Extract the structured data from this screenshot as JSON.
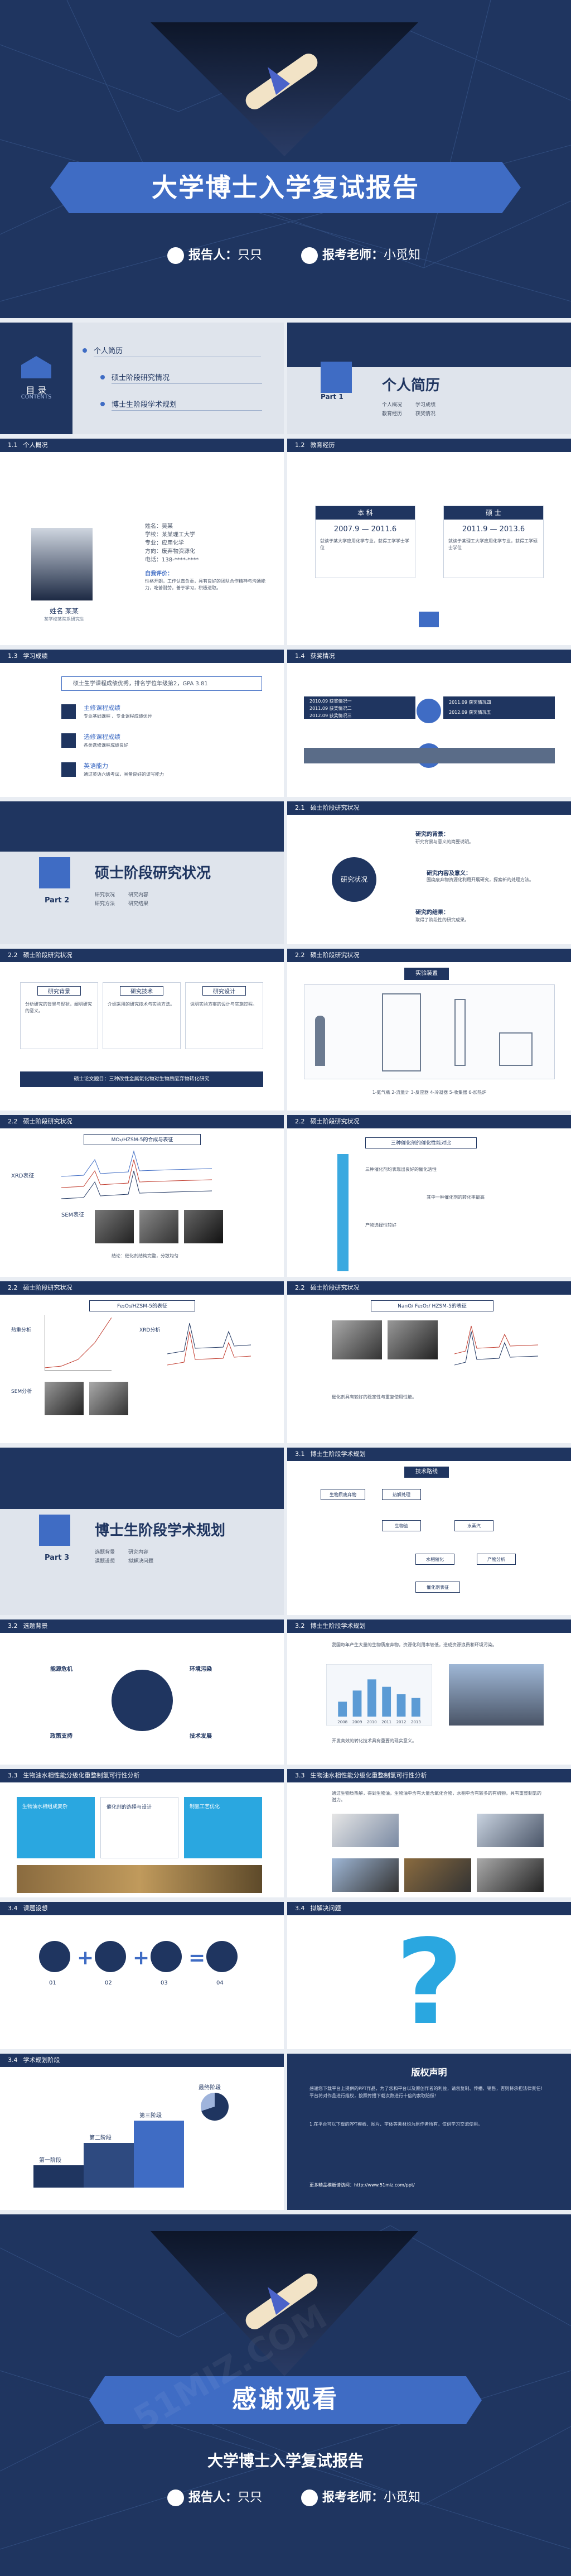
{
  "cover": {
    "title": "大学博士入学复试报告",
    "reporter_label": "报告人：",
    "reporter_name": "只只",
    "advisor_label": "报考老师：",
    "advisor_name": "小觅知"
  },
  "toc": {
    "title_cn": "目 录",
    "title_en": "CONTENTS",
    "items": [
      "个人简历",
      "硕士阶段研究情况",
      "博士生阶段学术规划"
    ]
  },
  "part1": {
    "part": "Part 1",
    "title": "个人简历",
    "subs": [
      "个人概况",
      "学习成绩",
      "教育经历",
      "获奖情况"
    ]
  },
  "s11": {
    "num": "1.1",
    "title": "个人概况",
    "name_label": "姓名 某某",
    "name_sub": "某学校某院系研究生",
    "fields": [
      {
        "k": "姓名：",
        "v": "吴某"
      },
      {
        "k": "学校：",
        "v": "某某理工大学"
      },
      {
        "k": "专业：",
        "v": "应用化学"
      },
      {
        "k": "方向：",
        "v": "废弃物资源化"
      },
      {
        "k": "电话：",
        "v": "138-****-****"
      }
    ],
    "note_title": "自我评价：",
    "note": "性格开朗，工作认真负责，具有良好的团队合作精神与沟通能力，吃苦耐劳，善于学习，积极进取。"
  },
  "s12": {
    "num": "1.2",
    "title": "教育经历",
    "cards": [
      {
        "title": "本 科",
        "date": "2007.9 — 2011.6",
        "desc": "就读于某大学应用化学专业，获得工学学士学位"
      },
      {
        "title": "硕 士",
        "date": "2011.9 — 2013.6",
        "desc": "就读于某理工大学应用化学专业，获得工学硕士学位"
      }
    ]
  },
  "s13": {
    "num": "1.3",
    "title": "学习成绩",
    "summary": "硕士生学课程成绩优秀，排名学位年级第2，GPA 3.81",
    "items": [
      {
        "title": "主修课程成绩",
        "desc": "专业基础课程 、专业课程成绩优异"
      },
      {
        "title": "选修课程成绩",
        "desc": "各类选修课程成绩良好"
      },
      {
        "title": "英语能力",
        "desc": "通过英语六级考试，具备良好的读写能力"
      }
    ]
  },
  "s14": {
    "num": "1.4",
    "title": "获奖情况",
    "left": [
      "2010.09 获奖情况一",
      "2011.09 获奖情况二",
      "2012.09 获奖情况三"
    ],
    "right": [
      "2011.09 获奖情况四",
      "2012.09 获奖情况五"
    ]
  },
  "part2": {
    "part": "Part 2",
    "title": "硕士阶段研究状况",
    "subs": [
      "研究状况",
      "研究内容",
      "研究方法",
      "研究结果"
    ]
  },
  "s21a": {
    "num": "2.1",
    "title": "硕士阶段研究状况",
    "center": "研究状况",
    "items": [
      {
        "title": "研究的背景：",
        "desc": "研究背景与意义的简要说明。"
      },
      {
        "title": "研究内容及意义：",
        "desc": "围绕废弃物资源化利用开展研究，探索新的处理方法。"
      },
      {
        "title": "研究的结果：",
        "desc": "取得了阶段性的研究成果。"
      }
    ]
  },
  "s22a": {
    "num": "2.2",
    "title": "硕士阶段研究状况",
    "cols": [
      {
        "title": "研究背景",
        "desc": "分析研究的背景与现状，阐明研究的意义。"
      },
      {
        "title": "研究技术",
        "desc": "介绍采用的研究技术与实验方法。"
      },
      {
        "title": "研究设计",
        "desc": "说明实验方案的设计与实施过程。"
      }
    ],
    "banner": "硕士论文题目：三种改性金属氧化物对生物质废弃物转化研究"
  },
  "s22b": {
    "num": "2.2",
    "title": "硕士阶段研究状况",
    "flow_title": "实验装置",
    "legend": "1-氮气瓶  2-流量计  3-反应器  4-冷凝器  5-收集器  6-加热炉"
  },
  "s22c": {
    "num": "2.2",
    "title": "硕士阶段研究状况",
    "chart_title": "MO₂/HZSM-5的合成与表征",
    "xrd_label": "XRD表征",
    "sem_label": "SEM表征",
    "cap": "结论：催化剂结构完整，分散均匀"
  },
  "s22d": {
    "num": "2.2",
    "title": "硕士阶段研究状况",
    "box_title": "三种催化剂的催化性能对比",
    "note1": "三种催化剂均表现出良好的催化活性",
    "note2": "其中一种催化剂的转化率最高",
    "note3": "产物选择性较好"
  },
  "s22e": {
    "num": "2.2",
    "title": "硕士阶段研究状况",
    "chart_title": "Fe₂O₃/HZSM-5的表征",
    "a": "热重分析",
    "b": "XRD分析",
    "c": "SEM分析"
  },
  "s22f": {
    "num": "2.2",
    "title": "硕士阶段研究状况",
    "chart_title": "NanO/ Fe₂O₃/ HZSM-5的表征",
    "note": "催化剂具有较好的稳定性与重复使用性能。"
  },
  "part3": {
    "part": "Part 3",
    "title": "博士生阶段学术规划",
    "subs": [
      "选题背景",
      "研究内容",
      "课题设想",
      "拟解决问题"
    ]
  },
  "s31": {
    "num": "3.1",
    "title": "博士生阶段学术规划",
    "tree_title": "技术路线",
    "nodes": [
      "生物质废弃物",
      "热解处理",
      "生物油",
      "水蒸汽",
      "水相催化",
      "产物分析",
      "催化剂表征"
    ]
  },
  "s32a": {
    "num": "3.2",
    "title": "选题背景",
    "items": [
      "能源危机",
      "环境污染",
      "政策支持",
      "技术发展"
    ]
  },
  "s32b": {
    "num": "3.2",
    "title": "博士生阶段学术规划",
    "text": "我国每年产生大量的生物质废弃物，资源化利用率较低，造成资源浪费和环境污染。",
    "text2": "开发高效的转化技术具有重要的现实意义。",
    "bar_values": [
      20,
      35,
      50,
      40,
      30,
      25
    ],
    "bar_cats": [
      "2008",
      "2009",
      "2010",
      "2011",
      "2012",
      "2013"
    ]
  },
  "s33a": {
    "num": "3.3",
    "title": "生物油水相性能分级化重整制氢可行性分析",
    "cards": [
      "生物油水相组成复杂",
      "催化剂的选择与设计",
      "制氢工艺优化"
    ]
  },
  "s33b": {
    "num": "3.3",
    "title": "生物油水相性能分级化重整制氢可行性分析",
    "text": "通过生物质热解，得到生物油，生物油中含有大量含氧化合物，水相中含有较多的有机物，具有重整制氢的潜力。"
  },
  "s34a": {
    "num": "3.4",
    "title": "课题设想",
    "steps": [
      "01",
      "02",
      "03",
      "04"
    ]
  },
  "s34b": {
    "num": "3.4",
    "title": "拟解决问题"
  },
  "s34c": {
    "num": "3.4",
    "title": "学术规划阶段",
    "stages": [
      "第一阶段",
      "第二阶段",
      "第三阶段",
      "最终阶段"
    ]
  },
  "copyright": {
    "title": "版权声明",
    "body": "感谢您下载平台上提供的PPT作品，为了您和平台以及原创作者的利益，请勿复制、传播、销售，否则将承担法律责任！平台将对作品进行维权，按照传播下载次数进行十倍的索取赔偿！",
    "body2": "1.在平台可以下载的PPT模板、图片、字体等素材均为原作者所有，仅供学习交流使用。",
    "link": "更多精品模板请访问：http://www.51miz.com/ppt/"
  },
  "ending": {
    "thanks": "感谢观看",
    "title": "大学博士入学复试报告",
    "reporter_label": "报告人：",
    "reporter_name": "只只",
    "advisor_label": "报考老师：",
    "advisor_name": "小觅知"
  },
  "colors": {
    "navy": "#1f3560",
    "blue": "#3f6cc4",
    "light": "#e9edf3",
    "accent": "#2aa7e0"
  },
  "watermark": "51MIZ.COM"
}
